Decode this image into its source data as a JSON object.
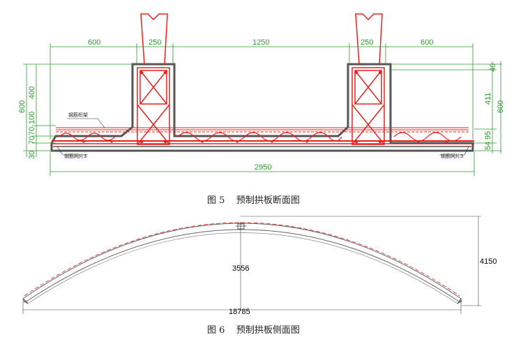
{
  "figure5": {
    "caption": "图 5    预制拱板断面图",
    "top_dims": [
      "600",
      "250",
      "1250",
      "250",
      "600"
    ],
    "left_dims": [
      "600",
      "400",
      "70",
      "100",
      "70",
      "30"
    ],
    "right_dims": [
      "40",
      "411",
      "600",
      "95",
      "54"
    ],
    "bottom_dim": "2950",
    "labels": {
      "truss": "钢筋桁架",
      "mesh_left": "钢筋网片3",
      "mesh_right": "钢筋网片3"
    }
  },
  "figure6": {
    "caption": "图 6    预制拱板侧面图",
    "rise": "3556",
    "height": "4150",
    "span": "18785"
  },
  "colors": {
    "dimension": "#2e9a2e",
    "rebar": "#e8201c",
    "concrete": "#555555"
  }
}
